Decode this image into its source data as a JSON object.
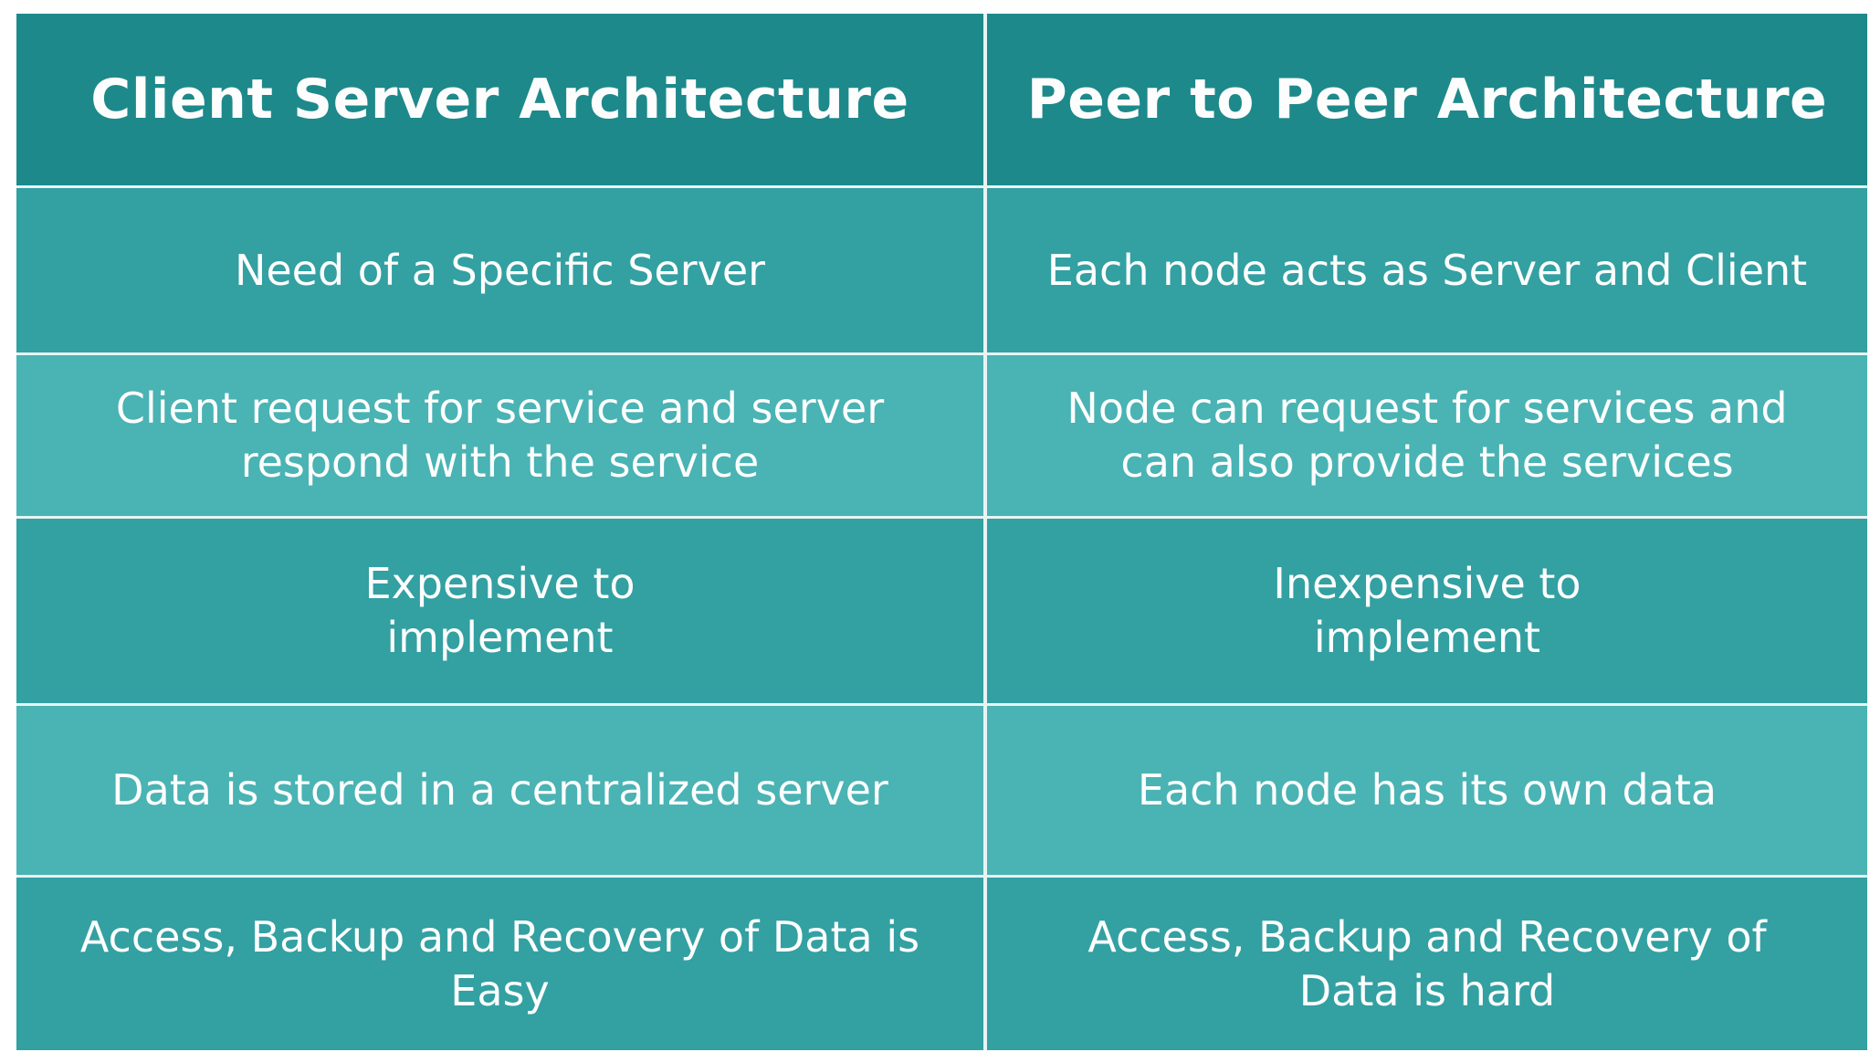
{
  "palette": {
    "page_background": "#ffffff",
    "header_bg": "#1d898b",
    "row_odd_bg": "#33a0a2",
    "row_even_bg": "#4ab3b4",
    "grid_line": "#e7f4f4",
    "text": "#fdfdfd"
  },
  "chart_data": {
    "type": "table",
    "columns": [
      "Client Server Architecture",
      "Peer to Peer Architecture"
    ],
    "rows": [
      [
        "Need of a Specific Server",
        "Each node acts as Server and Client"
      ],
      [
        "Client request for service and server\nrespond with the service",
        "Node can request for services and\ncan also provide the services"
      ],
      [
        "Expensive to\nimplement",
        "Inexpensive to\nimplement"
      ],
      [
        "Data is stored in a centralized server",
        "Each node has its own data"
      ],
      [
        "Access, Backup and Recovery of Data is\nEasy",
        "Access, Backup and Recovery of\nData is hard"
      ]
    ],
    "layout_hints": {
      "header_row": true,
      "row_shading": "alternating odd=medium-teal even=light-teal",
      "grid": "thin light lines between cells, white outer margin"
    }
  }
}
